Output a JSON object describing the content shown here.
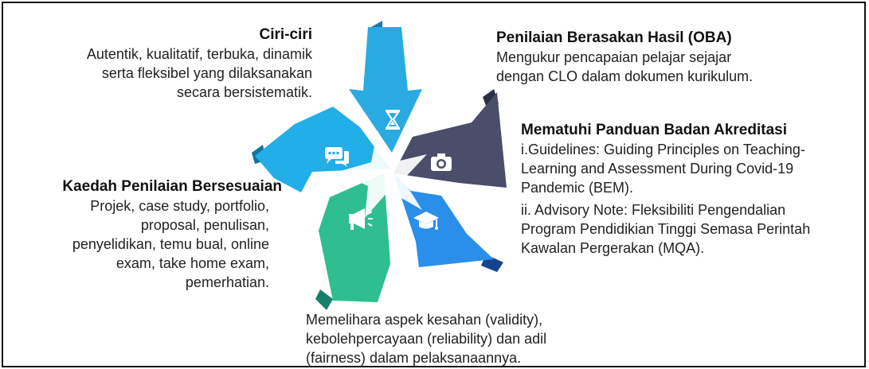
{
  "colors": {
    "hourglass_arrow": "#29ABE2",
    "camera_arrow": "#4A4E6B",
    "mortarboard_arrow": "#2A8EEB",
    "megaphone_arrow": "#2EBE90",
    "chat_arrow": "#22AEE6"
  },
  "blocks": {
    "ciri": {
      "title": "Ciri-ciri",
      "lines": [
        "Autentik, kualitatif, terbuka, dinamik",
        "serta fleksibel yang dilaksanakan",
        "secara bersistematik."
      ]
    },
    "oba": {
      "title": "Penilaian Berasakan Hasil (OBA)",
      "lines": [
        "Mengukur pencapaian pelajar sejajar",
        "dengan CLO dalam dokumen kurikulum."
      ]
    },
    "akreditasi": {
      "title": "Mematuhi Panduan Badan Akreditasi",
      "lines": [
        "i.Guidelines: Guiding Principles on Teaching-",
        "Learning and Assessment During Covid-19",
        "Pandemic (BEM).",
        "ii. Advisory Note: Fleksibiliti Pengendalian",
        "Program Pendidikian Tinggi Semasa Perintah",
        "Kawalan Pergerakan (MQA)."
      ]
    },
    "kaedah": {
      "title": "Kaedah Penilaian Bersesuaian",
      "lines": [
        "Projek, case study, portfolio,",
        "proposal, penulisan,",
        "penyelidikan, temu bual, online",
        "exam, take home exam,",
        "pemerhatian."
      ]
    },
    "kesahan": {
      "lines": [
        "Memelihara aspek kesahan (validity),",
        "kebolehpercayaan (reliability) dan adil",
        "(fairness) dalam pelaksanaannya."
      ]
    }
  },
  "icons": {
    "top": "hourglass-icon",
    "right": "camera-icon",
    "bottom_right": "mortarboard-icon",
    "bottom_left": "megaphone-icon",
    "left": "chat-icon"
  }
}
